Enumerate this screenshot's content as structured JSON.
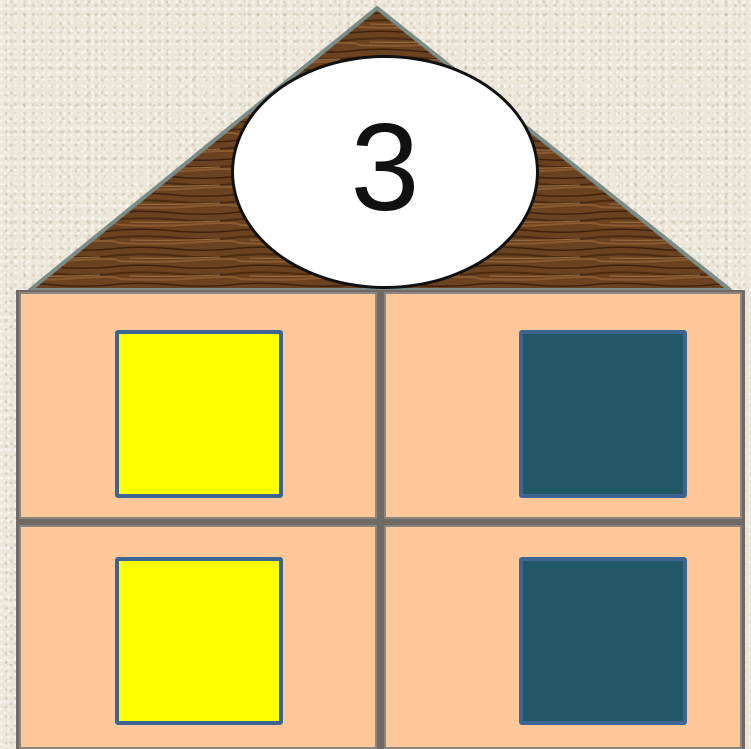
{
  "house": {
    "number": "3",
    "rooms": [
      {
        "name": "top-left",
        "tile_color": "#ffff00"
      },
      {
        "name": "top-right",
        "tile_color": "#225766"
      },
      {
        "name": "bottom-left",
        "tile_color": "#ffff00"
      },
      {
        "name": "bottom-right",
        "tile_color": "#225766"
      }
    ]
  },
  "colors": {
    "room_fill": "#fec89a",
    "wall": "#6f6a66",
    "roof": "#6b4220",
    "badge_fill": "#ffffff",
    "tile_border": "#3c6593"
  },
  "icons": {
    "roof": "wooden-roof-icon"
  }
}
